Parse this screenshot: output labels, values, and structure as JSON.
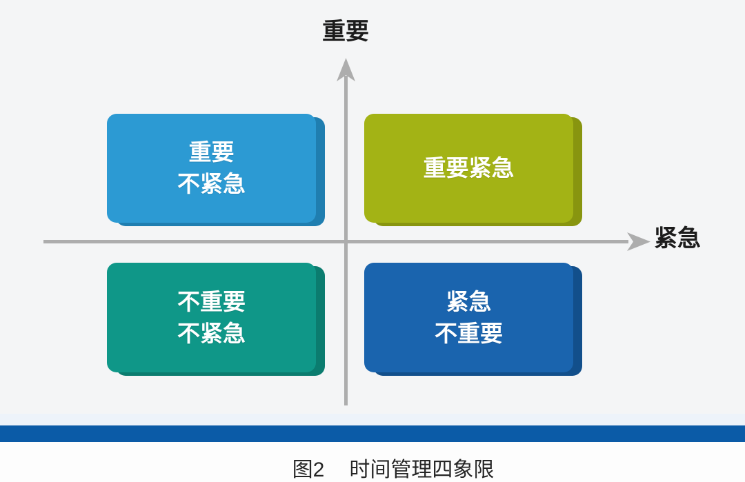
{
  "diagram": {
    "axes": {
      "y_label": "重要",
      "x_label": "紧急",
      "color": "#ADADAD"
    },
    "quadrants": [
      {
        "name": "important-not-urgent",
        "lines": [
          "重要",
          "不紧急"
        ],
        "color": "#2C9AD3",
        "side_color": "#1F7EB0"
      },
      {
        "name": "important-urgent",
        "lines": [
          "重要紧急",
          ""
        ],
        "color": "#A3B315",
        "side_color": "#88950F"
      },
      {
        "name": "not-important-not-urgent",
        "lines": [
          "不重要",
          "不紧急"
        ],
        "color": "#0F9788",
        "side_color": "#0B7C6F"
      },
      {
        "name": "urgent-not-important",
        "lines": [
          "紧急",
          "不重要"
        ],
        "color": "#1A64AE",
        "side_color": "#124F8B"
      }
    ],
    "bottom_bar_color": "#0B5BA7",
    "caption": {
      "prefix": "图2",
      "text": "时间管理四象限"
    }
  }
}
